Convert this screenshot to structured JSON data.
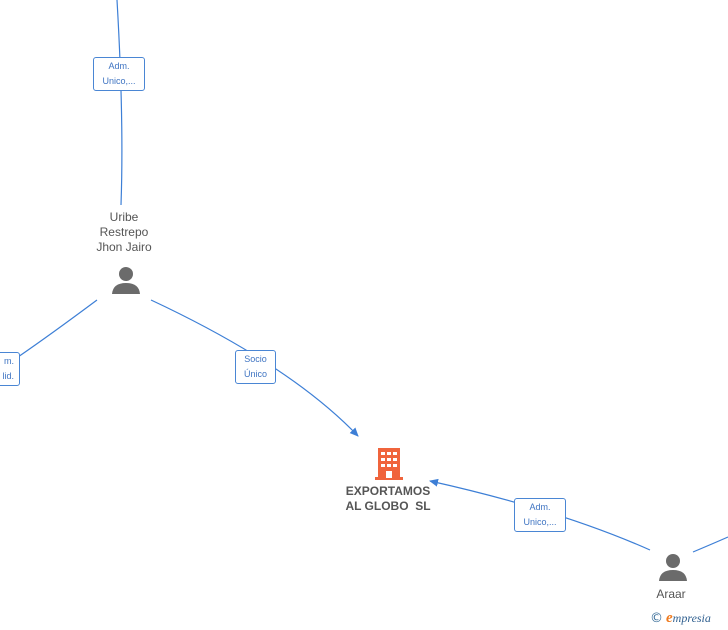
{
  "company": {
    "name_line1": "EXPORTAMOS",
    "name_line2": "AL GLOBO  SL",
    "icon": "building-icon",
    "icon_color": "#f0643c"
  },
  "persons": {
    "uribe": {
      "name_line1": "Uribe",
      "name_line2": "Restrepo",
      "name_line3": "Jhon Jairo",
      "icon": "person-icon"
    },
    "araar": {
      "name_line1": "Araar",
      "icon": "person-icon"
    }
  },
  "relations": {
    "top": {
      "line1": "Adm.",
      "line2": "Unico,..."
    },
    "left": {
      "line1": "m.",
      "line2": "lid."
    },
    "socio": {
      "line1": "Socio",
      "line2": "Único"
    },
    "araar": {
      "line1": "Adm.",
      "line2": "Unico,..."
    }
  },
  "colors": {
    "edge": "#3d7fd6",
    "label_border": "#4a86d4",
    "node_text": "#555555",
    "person_icon": "#6b6b6b"
  },
  "footer": {
    "copyright": "©",
    "brand_initial": "e",
    "brand_rest": "mpresia"
  }
}
